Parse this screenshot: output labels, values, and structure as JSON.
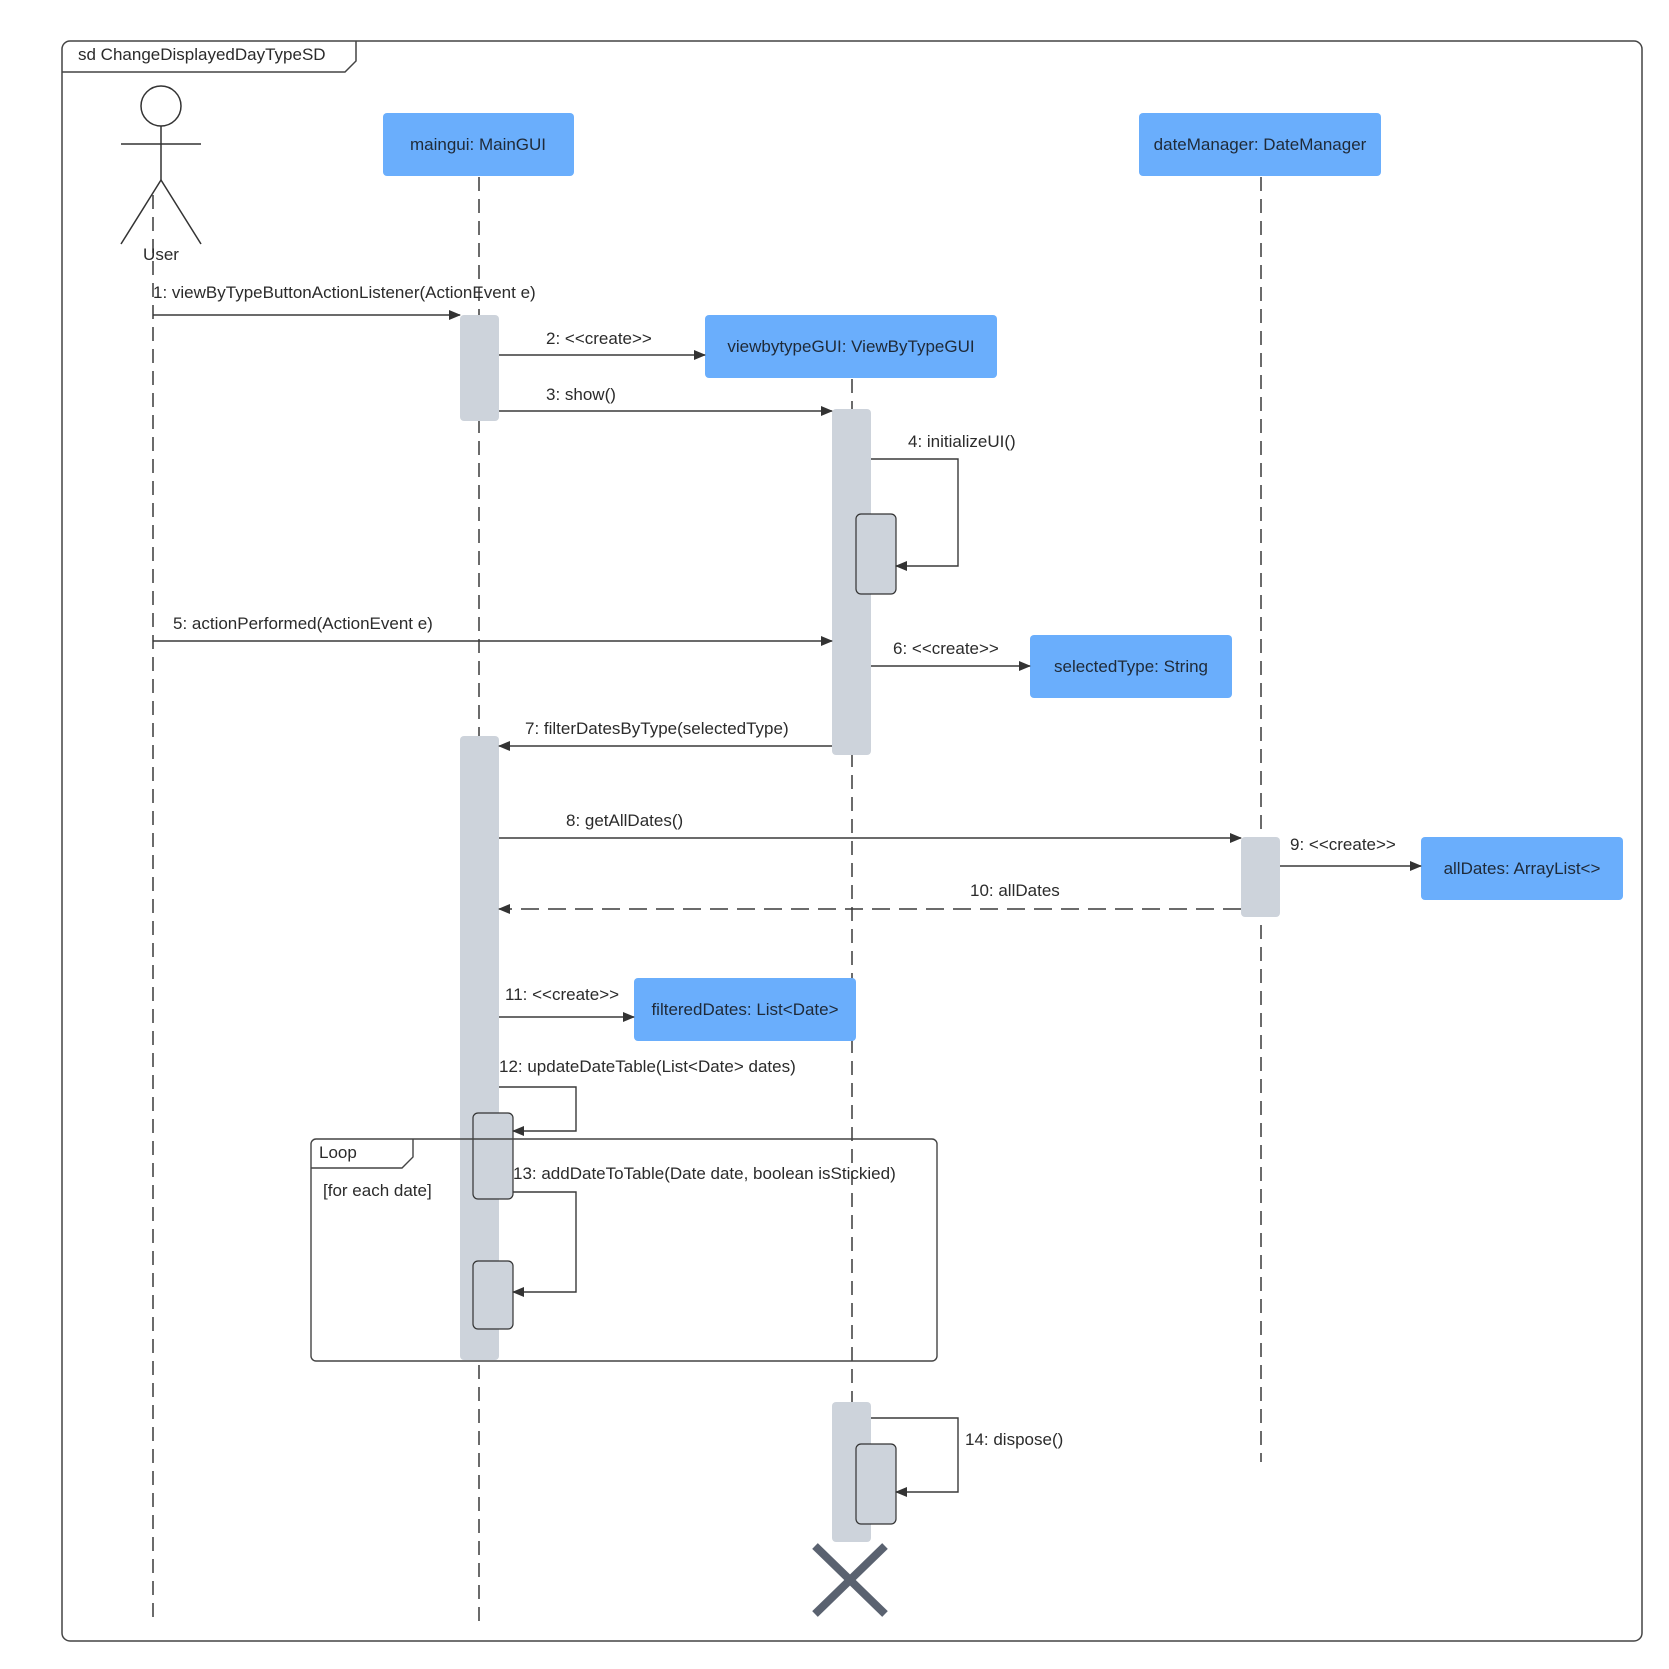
{
  "frame": {
    "title": "sd ChangeDisplayedDayTypeSD"
  },
  "actor": {
    "name": "User"
  },
  "objects": {
    "maingui": "maingui: MainGUI",
    "dateManager": "dateManager: DateManager",
    "viewbytypeGUI": "viewbytypeGUI: ViewByTypeGUI",
    "selectedType": "selectedType: String",
    "allDates": "allDates: ArrayList<>",
    "filteredDates": "filteredDates: List<Date>"
  },
  "messages": {
    "m1": "1: viewByTypeButtonActionListener(ActionEvent e)",
    "m2": "2: <<create>>",
    "m3": "3: show()",
    "m4": "4: initializeUI()",
    "m5": "5: actionPerformed(ActionEvent e)",
    "m6": "6: <<create>>",
    "m7": "7: filterDatesByType(selectedType)",
    "m8": "8: getAllDates()",
    "m9": "9: <<create>>",
    "m10": "10: allDates",
    "m11": "11: <<create>>",
    "m12": "12: updateDateTable(List<Date> dates)",
    "m13": "13: addDateToTable(Date date, boolean isStickied)",
    "m14": "14: dispose()"
  },
  "loop": {
    "operator": "Loop",
    "guard": "[for each date]"
  },
  "colors": {
    "object_fill": "#6aaefc",
    "activation_fill": "#cdd3db",
    "line": "#3a3a3a",
    "destroy": "#5a6270"
  }
}
